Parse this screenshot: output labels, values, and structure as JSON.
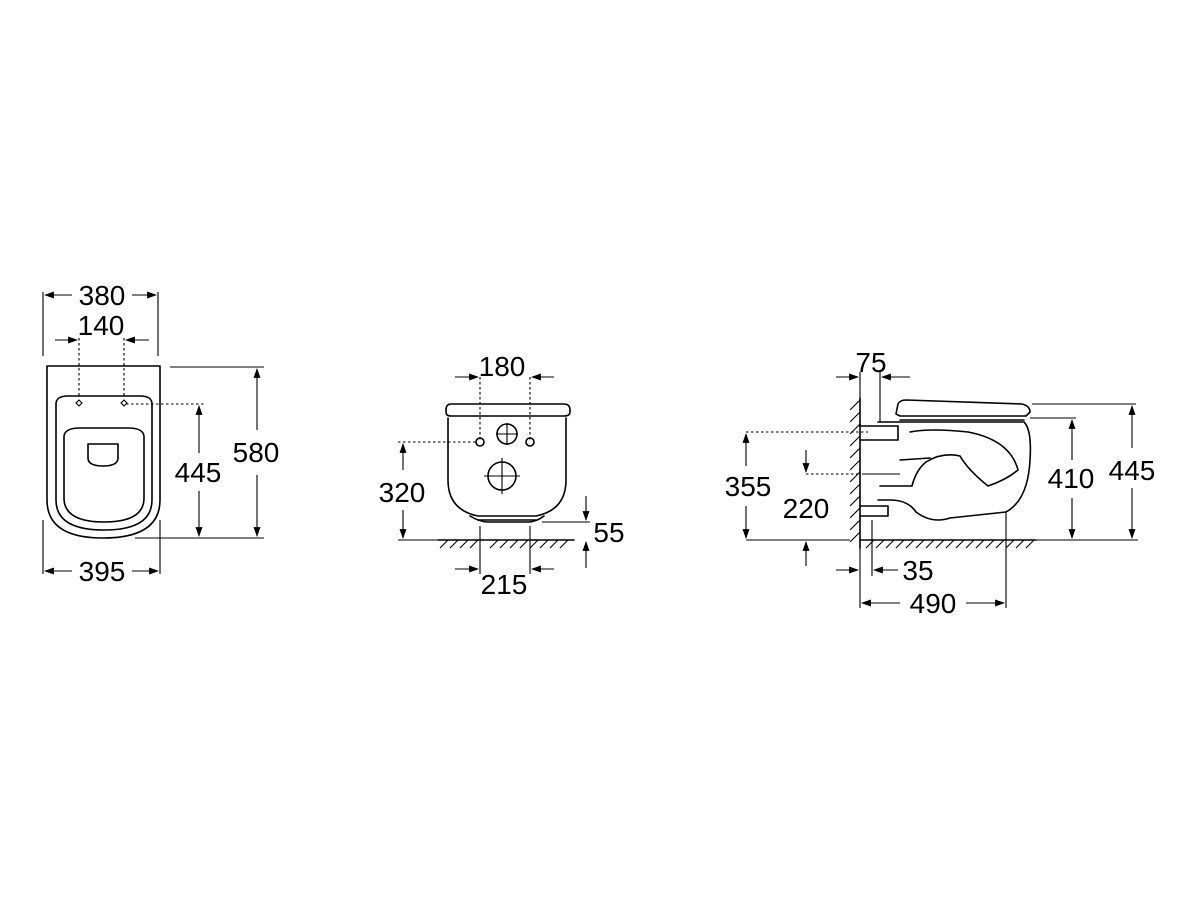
{
  "colors": {
    "line": "#000000",
    "background": "#ffffff"
  },
  "top_view": {
    "overall_width": "380",
    "bolt_spacing": "140",
    "bottom_width": "395",
    "overall_length": "580",
    "bolt_to_front": "445"
  },
  "front_view": {
    "inlet_spacing": "180",
    "inlet_height": "320",
    "outlet_height": "55",
    "outlet_width": "215"
  },
  "side_view": {
    "wall_offset": "75",
    "supply_height": "355",
    "outlet_center_height": "220",
    "bowl_height": "410",
    "seat_height": "445",
    "outlet_projection": "35",
    "overall_projection": "490"
  }
}
